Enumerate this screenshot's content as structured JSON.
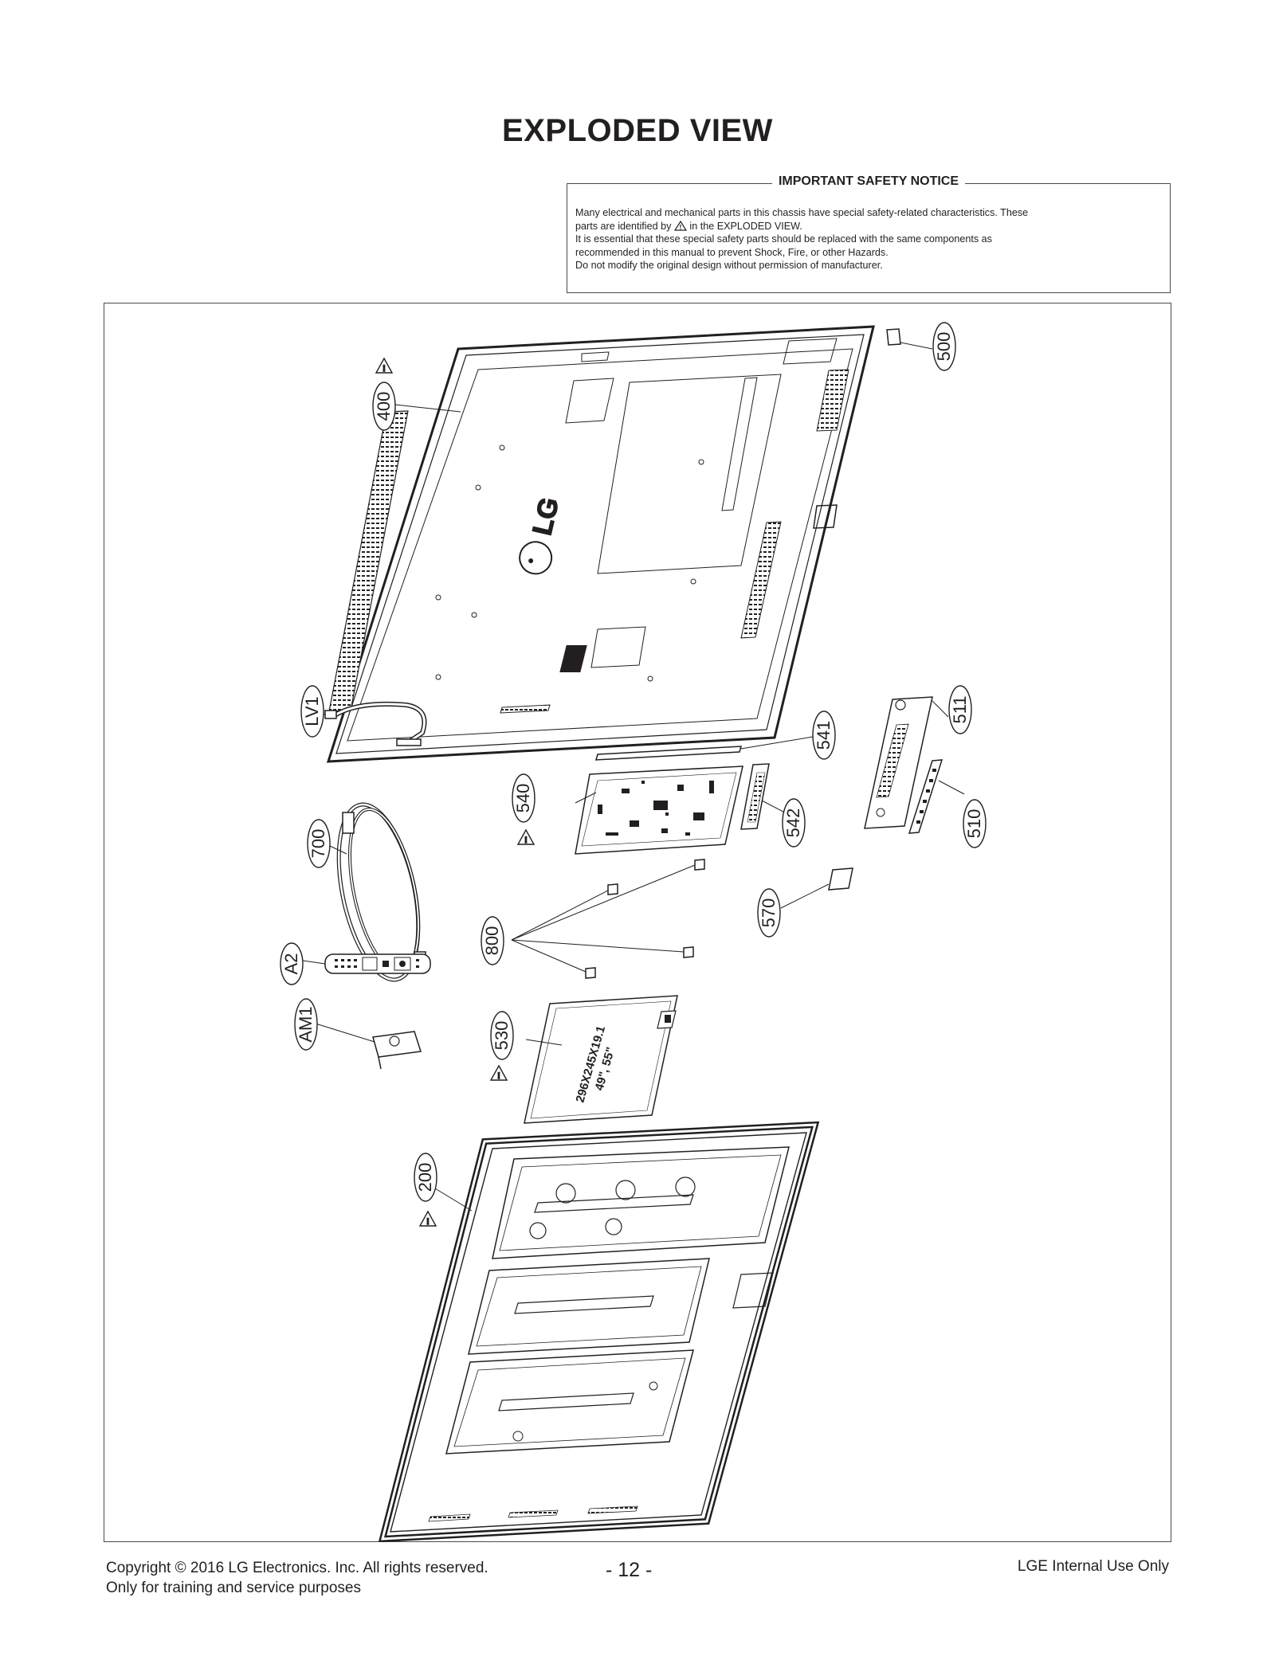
{
  "page": {
    "title": "EXPLODED VIEW",
    "page_number": "- 12 -"
  },
  "notice": {
    "title": "IMPORTANT SAFETY NOTICE",
    "line1": "Many electrical and mechanical parts in this chassis have special safety-related characteristics. These",
    "line2a": "parts are identified by",
    "line2b": "in the EXPLODED VIEW.",
    "line3": "It is essential that these special safety parts should be replaced with the same components as",
    "line4": "recommended in this manual to prevent Shock, Fire, or other Hazards.",
    "line5": "Do not modify the original design without permission of manufacturer."
  },
  "callouts": {
    "c400": "400",
    "c500": "500",
    "c511": "511",
    "c541": "541",
    "c540": "540",
    "c542": "542",
    "c510": "510",
    "cLV1": "LV1",
    "c700": "700",
    "c800": "800",
    "c570": "570",
    "cA2": "A2",
    "cAM1": "AM1",
    "c530": "530",
    "c200": "200"
  },
  "psu_label": {
    "line1": "296X245X19.1",
    "line2": "49\", 55\""
  },
  "back_cover_logo": "LG",
  "footer": {
    "copyright": "Copyright  © 2016  LG Electronics. Inc. All rights reserved.",
    "purpose": "Only for training and service purposes",
    "internal": "LGE Internal Use Only"
  }
}
